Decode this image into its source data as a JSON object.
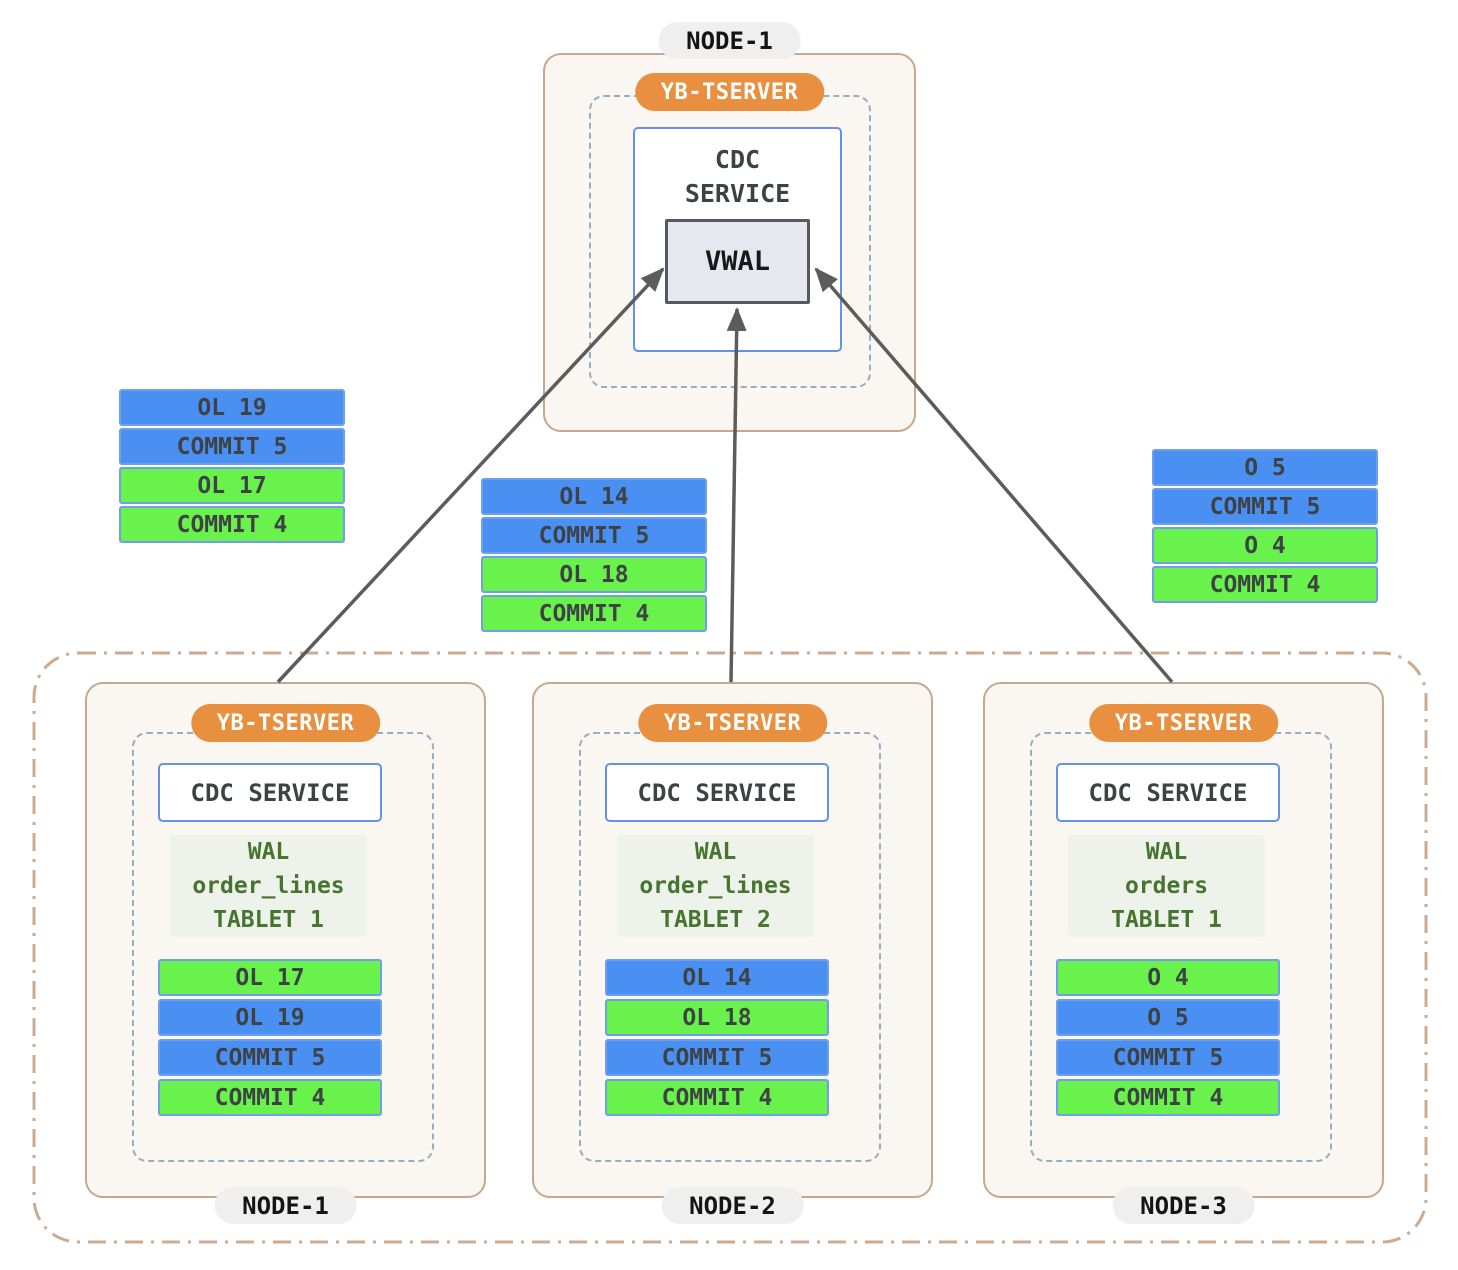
{
  "colors": {
    "blue": "#4A8FF2",
    "green": "#69F24B",
    "tan_border": "#C8A78C",
    "cream_bg": "#FAF6F2",
    "orange_badge": "#E8903F",
    "dashed_boundary": "#94AFC3",
    "cdc_border": "#6292EC",
    "vwal_bg": "#E7E7F0",
    "vwal_border": "#56595F",
    "bar_border": "#6F9EEA",
    "bar_text": "#3E4245",
    "wal_bg": "#EDF3EA",
    "wal_text": "#47742E",
    "node_pill_bg": "#EFEFEF",
    "arrow": "#5C5C5C"
  },
  "top_node": {
    "label": "NODE-1",
    "tserver_label": "YB-TSERVER",
    "cdc_label": "CDC\nSERVICE",
    "vwal_label": "VWAL"
  },
  "floating_stacks": {
    "left": {
      "entries": [
        {
          "label": "OL 19",
          "color": "blue"
        },
        {
          "label": "COMMIT 5",
          "color": "blue"
        },
        {
          "label": "OL 17",
          "color": "green"
        },
        {
          "label": "COMMIT 4",
          "color": "green"
        }
      ]
    },
    "middle": {
      "entries": [
        {
          "label": "OL 14",
          "color": "blue"
        },
        {
          "label": "COMMIT 5",
          "color": "blue"
        },
        {
          "label": "OL 18",
          "color": "green"
        },
        {
          "label": "COMMIT 4",
          "color": "green"
        }
      ]
    },
    "right": {
      "entries": [
        {
          "label": "O 5",
          "color": "blue"
        },
        {
          "label": "COMMIT 5",
          "color": "blue"
        },
        {
          "label": "O 4",
          "color": "green"
        },
        {
          "label": "COMMIT 4",
          "color": "green"
        }
      ]
    }
  },
  "cluster": {
    "nodes": [
      {
        "label": "NODE-1",
        "tserver_label": "YB-TSERVER",
        "cdc_label": "CDC SERVICE",
        "wal": [
          "WAL",
          "order_lines",
          "TABLET 1"
        ],
        "entries": [
          {
            "label": "OL 17",
            "color": "green"
          },
          {
            "label": "OL 19",
            "color": "blue"
          },
          {
            "label": "COMMIT 5",
            "color": "blue"
          },
          {
            "label": "COMMIT 4",
            "color": "green"
          }
        ]
      },
      {
        "label": "NODE-2",
        "tserver_label": "YB-TSERVER",
        "cdc_label": "CDC SERVICE",
        "wal": [
          "WAL",
          "order_lines",
          "TABLET 2"
        ],
        "entries": [
          {
            "label": "OL 14",
            "color": "blue"
          },
          {
            "label": "OL 18",
            "color": "green"
          },
          {
            "label": "COMMIT 5",
            "color": "blue"
          },
          {
            "label": "COMMIT 4",
            "color": "green"
          }
        ]
      },
      {
        "label": "NODE-3",
        "tserver_label": "YB-TSERVER",
        "cdc_label": "CDC SERVICE",
        "wal": [
          "WAL",
          "orders",
          "TABLET 1"
        ],
        "entries": [
          {
            "label": "O 4",
            "color": "green"
          },
          {
            "label": "O 5",
            "color": "blue"
          },
          {
            "label": "COMMIT 5",
            "color": "blue"
          },
          {
            "label": "COMMIT 4",
            "color": "green"
          }
        ]
      }
    ]
  }
}
